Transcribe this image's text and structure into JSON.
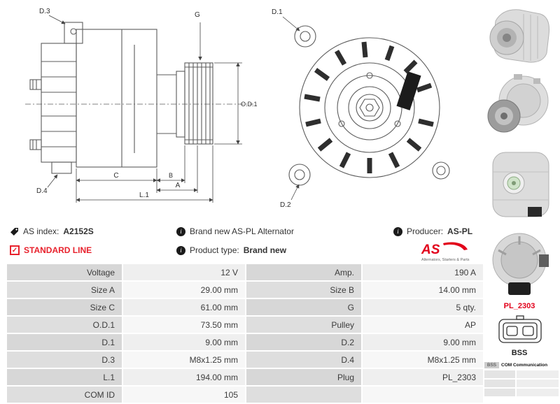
{
  "info": {
    "as_index_label": "AS index:",
    "as_index_value": "A2152S",
    "brand_new": "Brand new AS-PL Alternator",
    "producer_label": "Producer:",
    "producer_value": "AS-PL",
    "standard_line": "STANDARD LINE",
    "product_type_label": "Product type:",
    "product_type_value": "Brand new",
    "logo_text": "AS",
    "logo_tagline": "Alternators, Starters & Parts"
  },
  "diagram": {
    "side_labels": {
      "d3": "D.3",
      "g": "G",
      "od1": "O.D.1",
      "d4": "D.4",
      "c": "C",
      "b": "B",
      "a": "A",
      "l1": "L.1"
    },
    "front_labels": {
      "d1": "D.1",
      "d2": "D.2"
    }
  },
  "side_panel": {
    "plug_code": "PL_2303",
    "plug_name": "BSS",
    "com_chip": "BSS",
    "com_title": "COM Communication"
  },
  "colors": {
    "accent_red": "#e2001a",
    "line_red": "#e8222d"
  },
  "table": {
    "rows": [
      {
        "l1": "Voltage",
        "v1": "12 V",
        "l2": "Amp.",
        "v2": "190 A"
      },
      {
        "l1": "Size A",
        "v1": "29.00 mm",
        "l2": "Size B",
        "v2": "14.00 mm"
      },
      {
        "l1": "Size C",
        "v1": "61.00 mm",
        "l2": "G",
        "v2": "5 qty."
      },
      {
        "l1": "O.D.1",
        "v1": "73.50 mm",
        "l2": "Pulley",
        "v2": "AP"
      },
      {
        "l1": "D.1",
        "v1": "9.00 mm",
        "l2": "D.2",
        "v2": "9.00 mm"
      },
      {
        "l1": "D.3",
        "v1": "M8x1.25 mm",
        "l2": "D.4",
        "v2": "M8x1.25 mm"
      },
      {
        "l1": "L.1",
        "v1": "194.00 mm",
        "l2": "Plug",
        "v2": "PL_2303"
      },
      {
        "l1": "COM ID",
        "v1": "105",
        "l2": "",
        "v2": ""
      }
    ]
  }
}
